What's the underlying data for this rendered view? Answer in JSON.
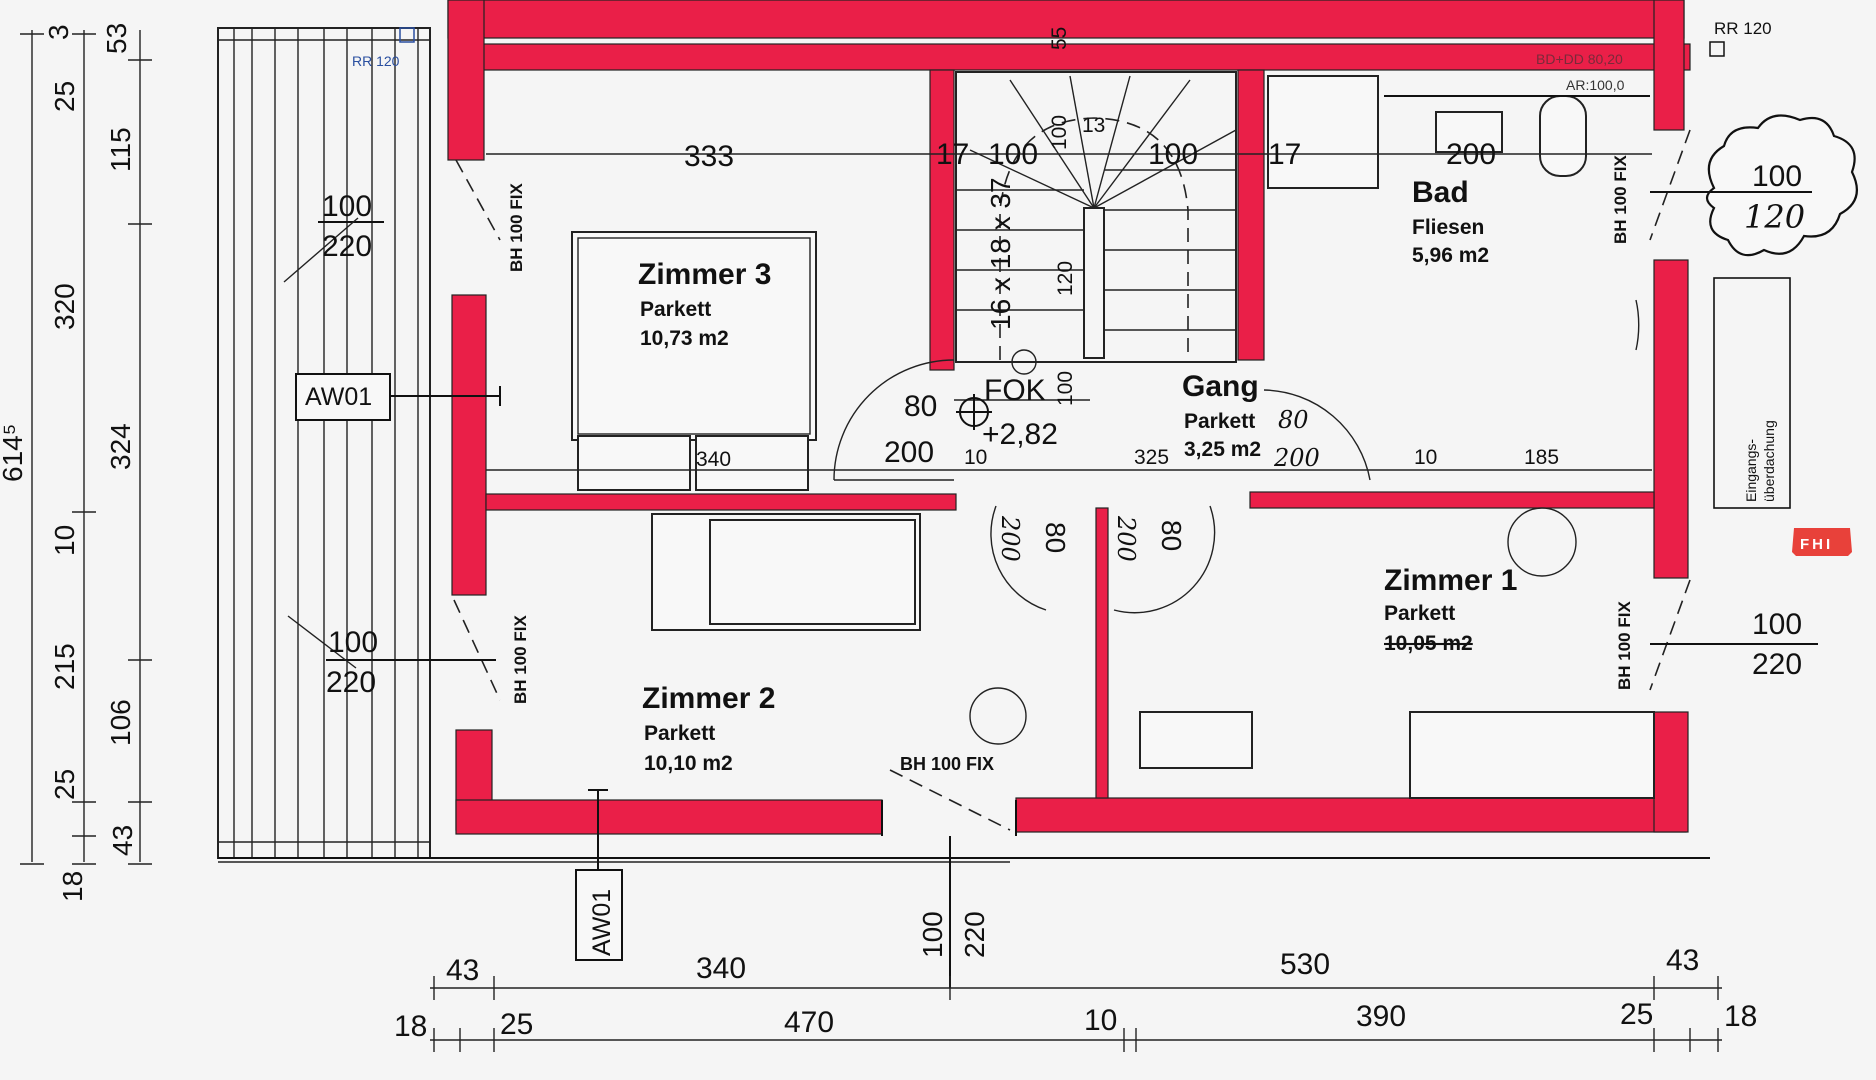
{
  "rooms": {
    "zimmer3": {
      "name": "Zimmer 3",
      "floor": "Parkett",
      "area": "10,73 m2"
    },
    "zimmer2": {
      "name": "Zimmer 2",
      "floor": "Parkett",
      "area": "10,10 m2"
    },
    "zimmer1": {
      "name": "Zimmer 1",
      "floor": "Parkett",
      "area": "10,05 m2"
    },
    "bad": {
      "name": "Bad",
      "floor": "Fliesen",
      "area": "5,96 m2"
    },
    "gang": {
      "name": "Gang",
      "floor": "Parkett",
      "area": "3,25 m2"
    }
  },
  "stair": {
    "spec": "16 x 18 x 37",
    "steps": "13",
    "fok_label": "FOK",
    "fok_value": "+2,82"
  },
  "labels": {
    "aw01": "AW01",
    "bh100fix": "BH 100 FIX",
    "rr120": "RR 120",
    "bd_dd": "BD+DD 80,20",
    "ar": "AR:100,0",
    "eingang_1": "Eingangs-",
    "eingang_2": "überdachung",
    "logo": "FHI"
  },
  "window_sizes": {
    "w_top_left": {
      "width": "100",
      "height": "220"
    },
    "w_left_lower": {
      "width": "100",
      "height": "220"
    },
    "w_right_lower": {
      "width": "100",
      "height": "220"
    },
    "w_bottom": {
      "width": "100",
      "height": "220"
    },
    "w_bad_cloud": {
      "width": "100",
      "height": "120"
    }
  },
  "door_sizes": {
    "d_zimmer3": {
      "width": "80",
      "height": "200"
    },
    "d_80_a": "80",
    "d_200_a": "200",
    "d_80_b": "80",
    "d_200_b": "200",
    "gang_hand_80": "80",
    "gang_hand_200": "200"
  },
  "interior_dims": {
    "d333": "333",
    "d17a": "17",
    "d100a": "100",
    "d100b": "100",
    "d100c": "100",
    "d17b": "17",
    "d200": "200",
    "d120": "120",
    "d340": "340",
    "d10a": "10",
    "d325": "325",
    "d10b": "10",
    "d185": "185",
    "d100d": "100",
    "d55": "55"
  },
  "left_dims": {
    "col1": [
      "25",
      "320",
      "10",
      "215",
      "25",
      "18"
    ],
    "col1_total": "614⁵",
    "col2": [
      "3",
      "53",
      "115",
      "324",
      "106",
      "43"
    ]
  },
  "bottom_dims": {
    "row1": [
      "43",
      "340",
      "530",
      "43"
    ],
    "row2": [
      "18",
      "25",
      "470",
      "10",
      "390",
      "25",
      "18"
    ]
  }
}
